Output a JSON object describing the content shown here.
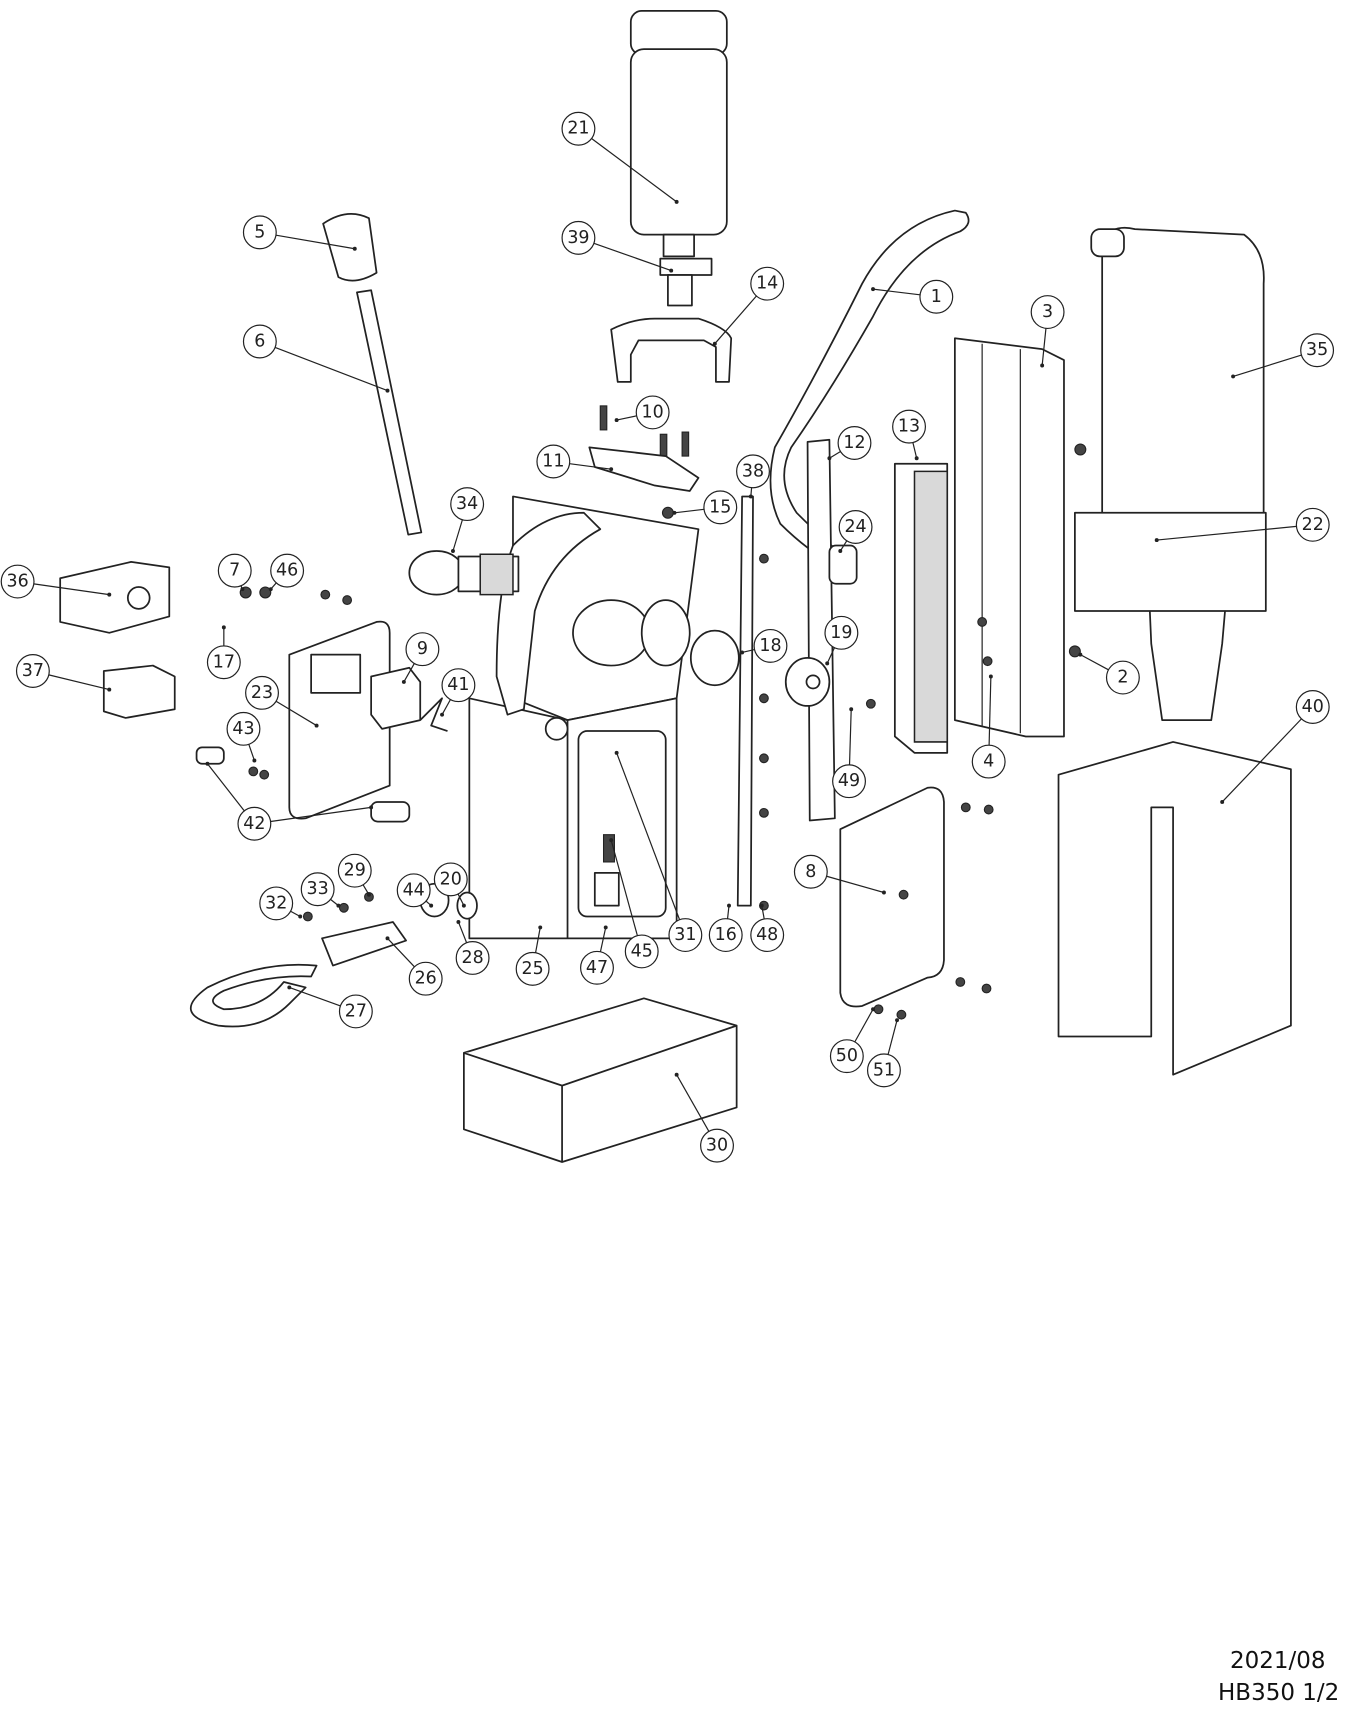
{
  "diagram": {
    "title": "HB350 exploded parts diagram",
    "callouts": [
      "21",
      "39",
      "5",
      "14",
      "1",
      "3",
      "35",
      "6",
      "10",
      "11",
      "12",
      "13",
      "38",
      "15",
      "34",
      "24",
      "22",
      "36",
      "7",
      "46",
      "17",
      "18",
      "19",
      "9",
      "37",
      "2",
      "40",
      "41",
      "23",
      "4",
      "43",
      "49",
      "42",
      "8",
      "29",
      "33",
      "44",
      "20",
      "32",
      "31",
      "16",
      "48",
      "45",
      "47",
      "28",
      "26",
      "25",
      "27",
      "50",
      "51",
      "30"
    ]
  },
  "footer": {
    "date": "2021/08",
    "model_page": "HB350  1/2"
  }
}
